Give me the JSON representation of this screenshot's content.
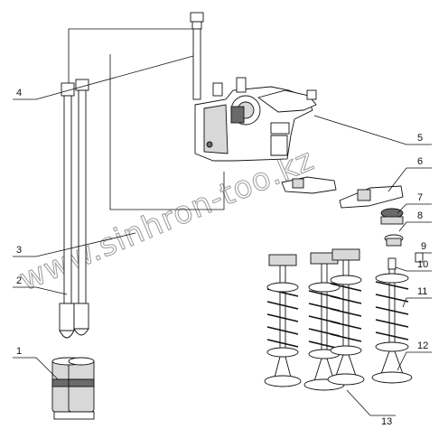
{
  "callouts": [
    {
      "id": "1",
      "label": "1"
    },
    {
      "id": "2",
      "label": "2"
    },
    {
      "id": "3",
      "label": "3"
    },
    {
      "id": "4",
      "label": "4"
    },
    {
      "id": "5",
      "label": "5"
    },
    {
      "id": "6",
      "label": "6"
    },
    {
      "id": "7",
      "label": "7"
    },
    {
      "id": "8",
      "label": "8"
    },
    {
      "id": "9",
      "label": "9"
    },
    {
      "id": "10",
      "label": "10"
    },
    {
      "id": "11",
      "label": "11"
    },
    {
      "id": "12",
      "label": "12"
    },
    {
      "id": "13",
      "label": "13"
    }
  ],
  "watermark": "www.sinhron-too.kz"
}
